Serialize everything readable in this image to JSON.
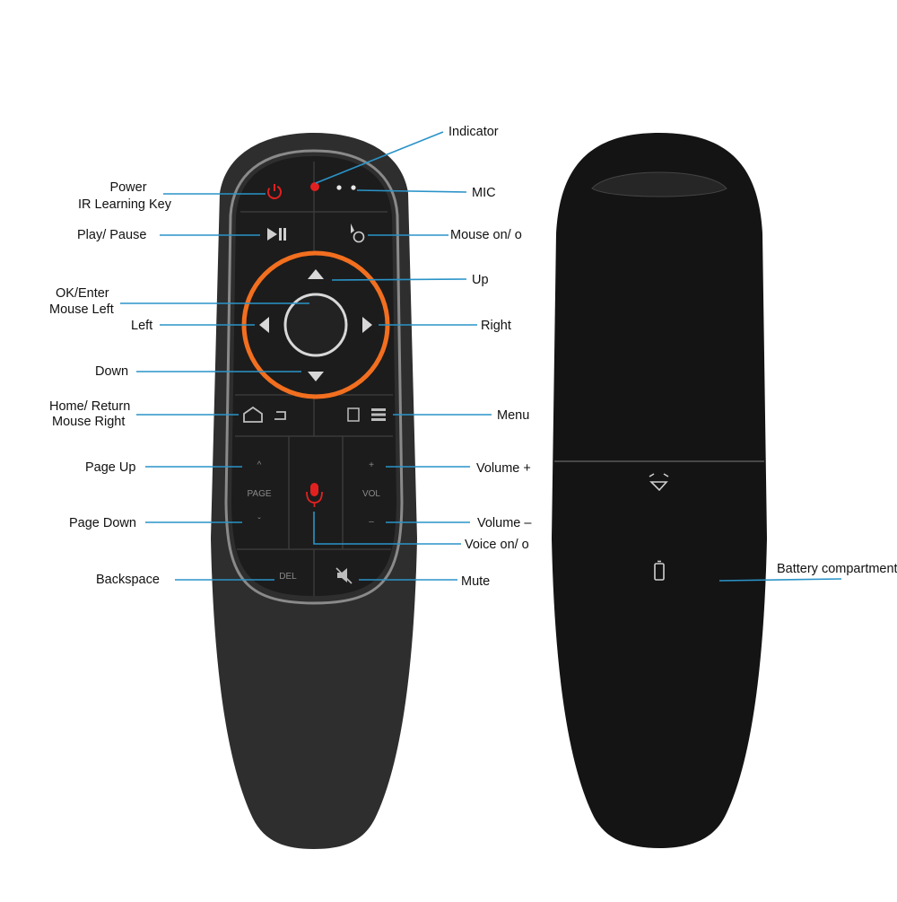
{
  "colors": {
    "leader": "#2a93c8",
    "remote_body": "#2e2e2e",
    "remote_back": "#141414",
    "panel": "#1b1b1b",
    "accent_orange": "#f26f1f",
    "accent_red": "#e22020",
    "halo": "#9a9a9a"
  },
  "front": {
    "button_text": {
      "page": "PAGE",
      "vol": "VOL",
      "del": "DEL"
    }
  },
  "labels": {
    "indicator": "Indicator",
    "power": "Power",
    "ir_learning": "IR Learning Key",
    "mic": "MIC",
    "play_pause": "Play/ Pause",
    "mouse_onoff": "Mouse on/ o",
    "up": "Up",
    "ok_enter": "OK/Enter",
    "mouse_left": "Mouse Left",
    "left": "Left",
    "right": "Right",
    "down": "Down",
    "home_return": "Home/ Return",
    "mouse_right": "Mouse  Right",
    "menu": "Menu",
    "page_up": "Page Up",
    "volume_plus": "Volume +",
    "page_down": "Page  Down",
    "volume_minus": "Volume –",
    "voice_onoff": "Voice on/ o",
    "backspace": "Backspace",
    "mute": "Mute",
    "battery": "Battery compartment"
  },
  "icons": [
    "power-icon",
    "indicator-led-icon",
    "mic-holes-icon",
    "play-pause-icon",
    "mouse-toggle-icon",
    "up-arrow-icon",
    "down-arrow-icon",
    "left-arrow-icon",
    "right-arrow-icon",
    "ok-button-icon",
    "home-icon",
    "return-icon",
    "menu-icon",
    "microphone-icon",
    "mute-icon",
    "battery-icon",
    "cover-release-icon"
  ]
}
